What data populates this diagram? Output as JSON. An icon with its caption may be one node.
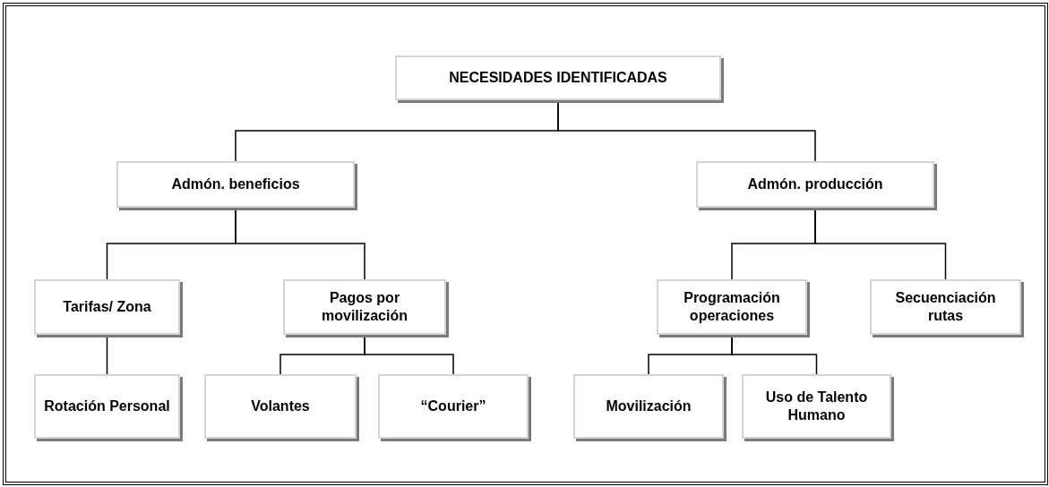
{
  "diagram": {
    "nodes": [
      {
        "text": [
          "NECESIDADES IDENTIFICADAS"
        ]
      },
      {
        "text": [
          "Admón. beneficios"
        ]
      },
      {
        "text": [
          "Admón. producción"
        ]
      },
      {
        "text": [
          "Tarifas/ Zona"
        ]
      },
      {
        "text": [
          "Pagos por movilización"
        ]
      },
      {
        "text": [
          "Programación operaciones"
        ]
      },
      {
        "text": [
          "Secuenciación rutas"
        ]
      },
      {
        "text": [
          "Rotación Personal"
        ]
      },
      {
        "text": [
          "Volantes"
        ]
      },
      {
        "text": [
          "“Courier”"
        ]
      },
      {
        "text": [
          "Movilización"
        ]
      },
      {
        "text": [
          "Uso de Talento Humano"
        ]
      }
    ],
    "edges": [
      {
        "from": 0,
        "to": 1,
        "arrow": "none"
      },
      {
        "from": 0,
        "to": 2,
        "arrow": "none"
      },
      {
        "from": 1,
        "to": 3,
        "arrow": "none"
      },
      {
        "from": 1,
        "to": 4,
        "arrow": "none"
      },
      {
        "from": 2,
        "to": 5,
        "arrow": "none"
      },
      {
        "from": 2,
        "to": 6,
        "arrow": "none"
      },
      {
        "from": 3,
        "to": 7,
        "arrow": "none"
      },
      {
        "from": 4,
        "to": 8,
        "arrow": "none"
      },
      {
        "from": 4,
        "to": 9,
        "arrow": "none"
      },
      {
        "from": 5,
        "to": 10,
        "arrow": "none"
      },
      {
        "from": 5,
        "to": 11,
        "arrow": "none"
      }
    ]
  }
}
